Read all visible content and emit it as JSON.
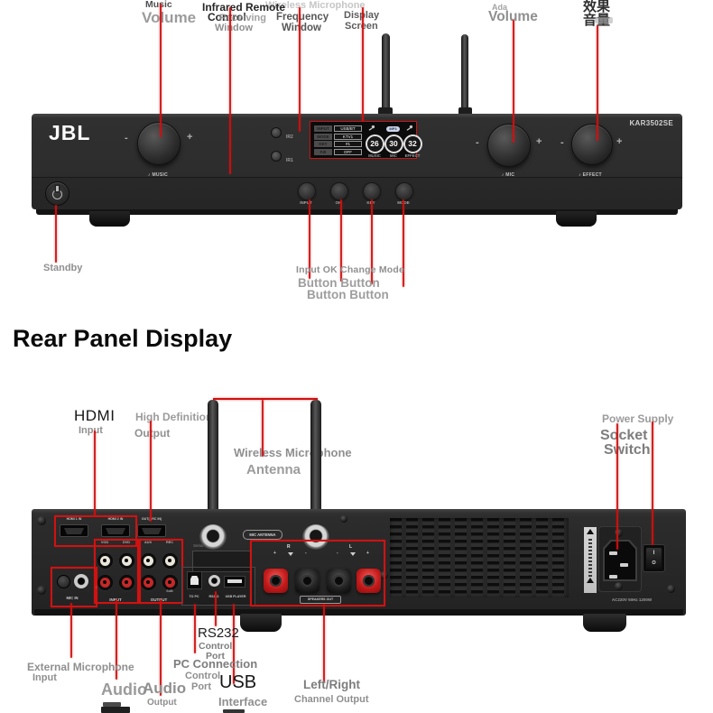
{
  "front_annotations": {
    "music_small": "Music",
    "music_volume": "Volume",
    "ghost_label": "Wireless Microphone",
    "infrared_l1": "Infrared Remote",
    "infrared_l2": "Control",
    "infrared_l2b": "Receiving",
    "infrared_l3": "Window",
    "frequency_l1": "Frequency",
    "frequency_l2": "Window",
    "display_l1": "Display",
    "display_l2": "Screen",
    "mic_fragment": "Ada",
    "mic_volume": "Volume",
    "effect_l1": "效果",
    "effect_l2": "音量",
    "standby": "Standby",
    "buttons_line1": "Input OK Change Mode",
    "buttons_line2": "Button Button",
    "buttons_line3": "Button Button"
  },
  "front_panel": {
    "brand": "JBL",
    "model": "KAR3502SE",
    "minus": "-",
    "plus": "+",
    "knob_icon": "♪",
    "music_knob": "MUSIC",
    "mic_knob": "MIC",
    "effect_knob": "EFFECT",
    "ir2": "IR2",
    "ir1": "IR1",
    "display_rows": [
      {
        "label": "INPUT",
        "value": "USB/BT"
      },
      {
        "label": "MODE",
        "value": "KTV1"
      },
      {
        "label": "KEY",
        "value": "#1"
      },
      {
        "label": "F.B",
        "value": "OFF"
      }
    ],
    "mp3": "MP3",
    "meters": [
      {
        "value": "26",
        "label": "MUSIC"
      },
      {
        "value": "30",
        "label": "MIC"
      },
      {
        "value": "32",
        "label": "EFFECT"
      }
    ],
    "buttons": [
      "INPUT",
      "OK",
      "KEY",
      "MODE"
    ]
  },
  "heading": "Rear Panel Display",
  "rear_annotations": {
    "hdmi_main": "HDMI",
    "hdmi_sub": "Input",
    "hd_l1": "High Definition",
    "hd_l2": "Output",
    "ant_l1": "Wireless Microphone",
    "ant_l2": "Antenna",
    "power_l1": "Power Supply",
    "power_l2": "Socket",
    "power_l3": "Switch",
    "extmic_l1": "External Microphone",
    "extmic_l2": "Input",
    "audio1": "Audio",
    "audio2_l1": "Audio",
    "audio2_l2": "Output",
    "rs232_main": "RS232",
    "rs232_l2": "Control",
    "rs232_l3": "Port",
    "pc_l1": "PC Connection",
    "pc_l2": "Control",
    "pc_l3": "Port",
    "usb_main": "USB",
    "usb_sub": "Interface",
    "lr_l1": "Left/Right",
    "lr_l2": "Channel Output"
  },
  "rear_panel": {
    "hdmi1": "HDMI 1 IN",
    "hdmi2": "HDMI 2 IN",
    "hdmi_out": "OUT(ARC IN)",
    "serial": "Serial No.",
    "mic_antenna": "MIC ANTENNA",
    "mic_in": "MIC IN",
    "rca_labels": [
      "VOD",
      "DVD",
      "AUX",
      "REC"
    ],
    "jack_l": "L",
    "jack_r": "R",
    "sub": "SUB",
    "input": "INPUT",
    "output": "OUTPUT",
    "to_pc": "TO PC",
    "rs232": "RS232",
    "usb_player": "USB PLAYER",
    "spk_r": "R",
    "spk_l": "L",
    "plus": "+",
    "minus": "-",
    "speakers_out": "SPEAKERS OUT",
    "rating": "AC220V 50Hz 1200W",
    "switch_on": "I",
    "switch_off": "O"
  }
}
